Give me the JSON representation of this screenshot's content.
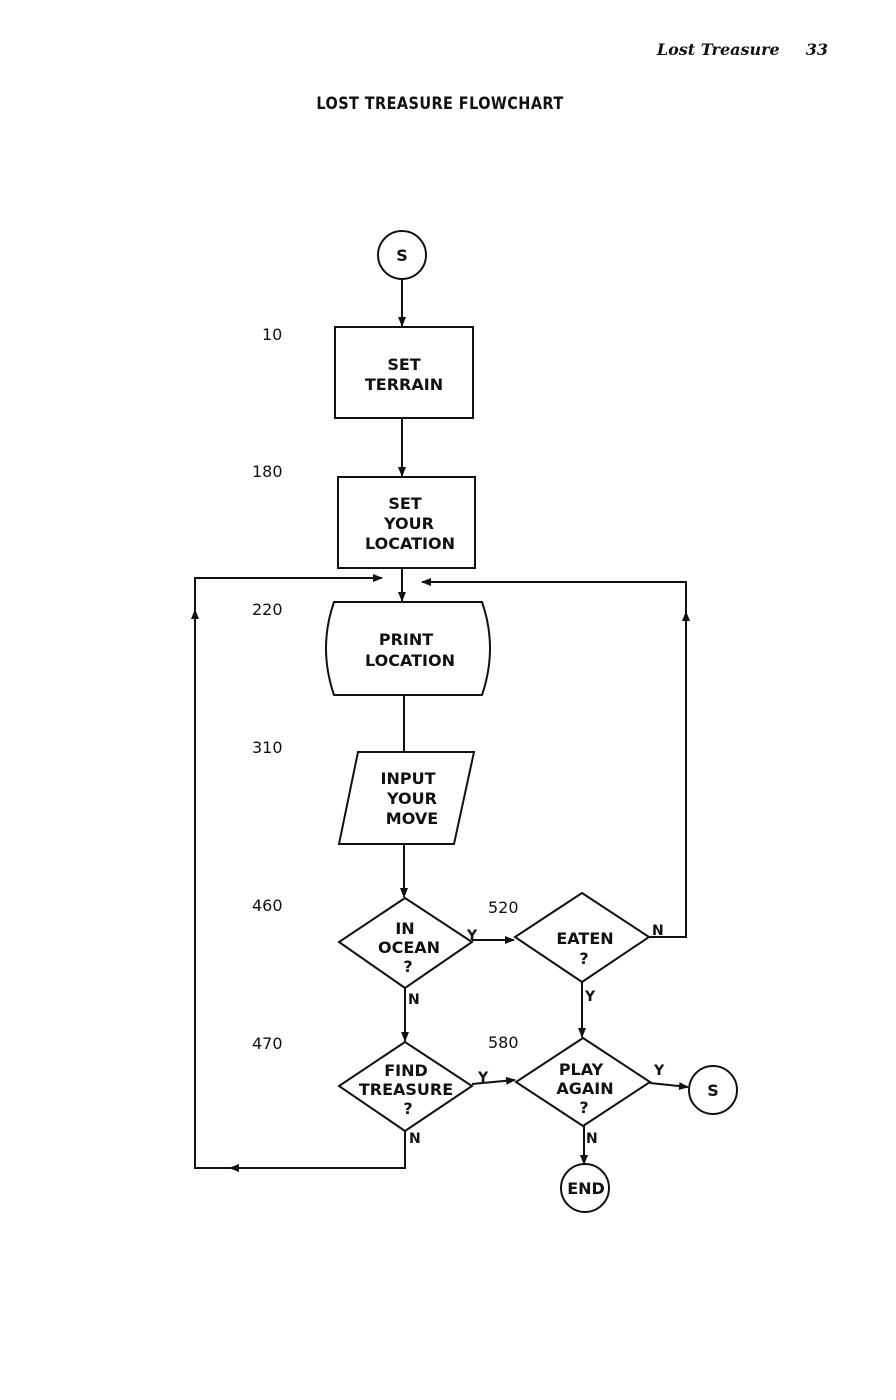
{
  "header": {
    "title": "Lost Treasure",
    "page_number": "33"
  },
  "title": "LOST TREASURE FLOWCHART",
  "nodes": {
    "start": "S",
    "set_terrain": [
      "SET",
      "TERRAIN"
    ],
    "set_location": [
      "SET",
      "YOUR",
      "LOCATION"
    ],
    "print_location": [
      "PRINT",
      "LOCATION"
    ],
    "input_move": [
      "INPUT",
      "YOUR",
      "MOVE"
    ],
    "in_ocean": [
      "IN",
      "OCEAN",
      "?"
    ],
    "eaten": [
      "EATEN",
      "?"
    ],
    "find_treasure": [
      "FIND",
      "TREASURE",
      "?"
    ],
    "play_again": [
      "PLAY",
      "AGAIN",
      "?"
    ],
    "restart": "S",
    "end": "END"
  },
  "line_numbers": {
    "set_terrain": "10",
    "set_location": "180",
    "print_location": "220",
    "input_move": "310",
    "in_ocean": "460",
    "eaten": "520",
    "find_treasure": "470",
    "play_again": "580"
  },
  "branch_labels": {
    "yes": "Y",
    "no": "N"
  }
}
